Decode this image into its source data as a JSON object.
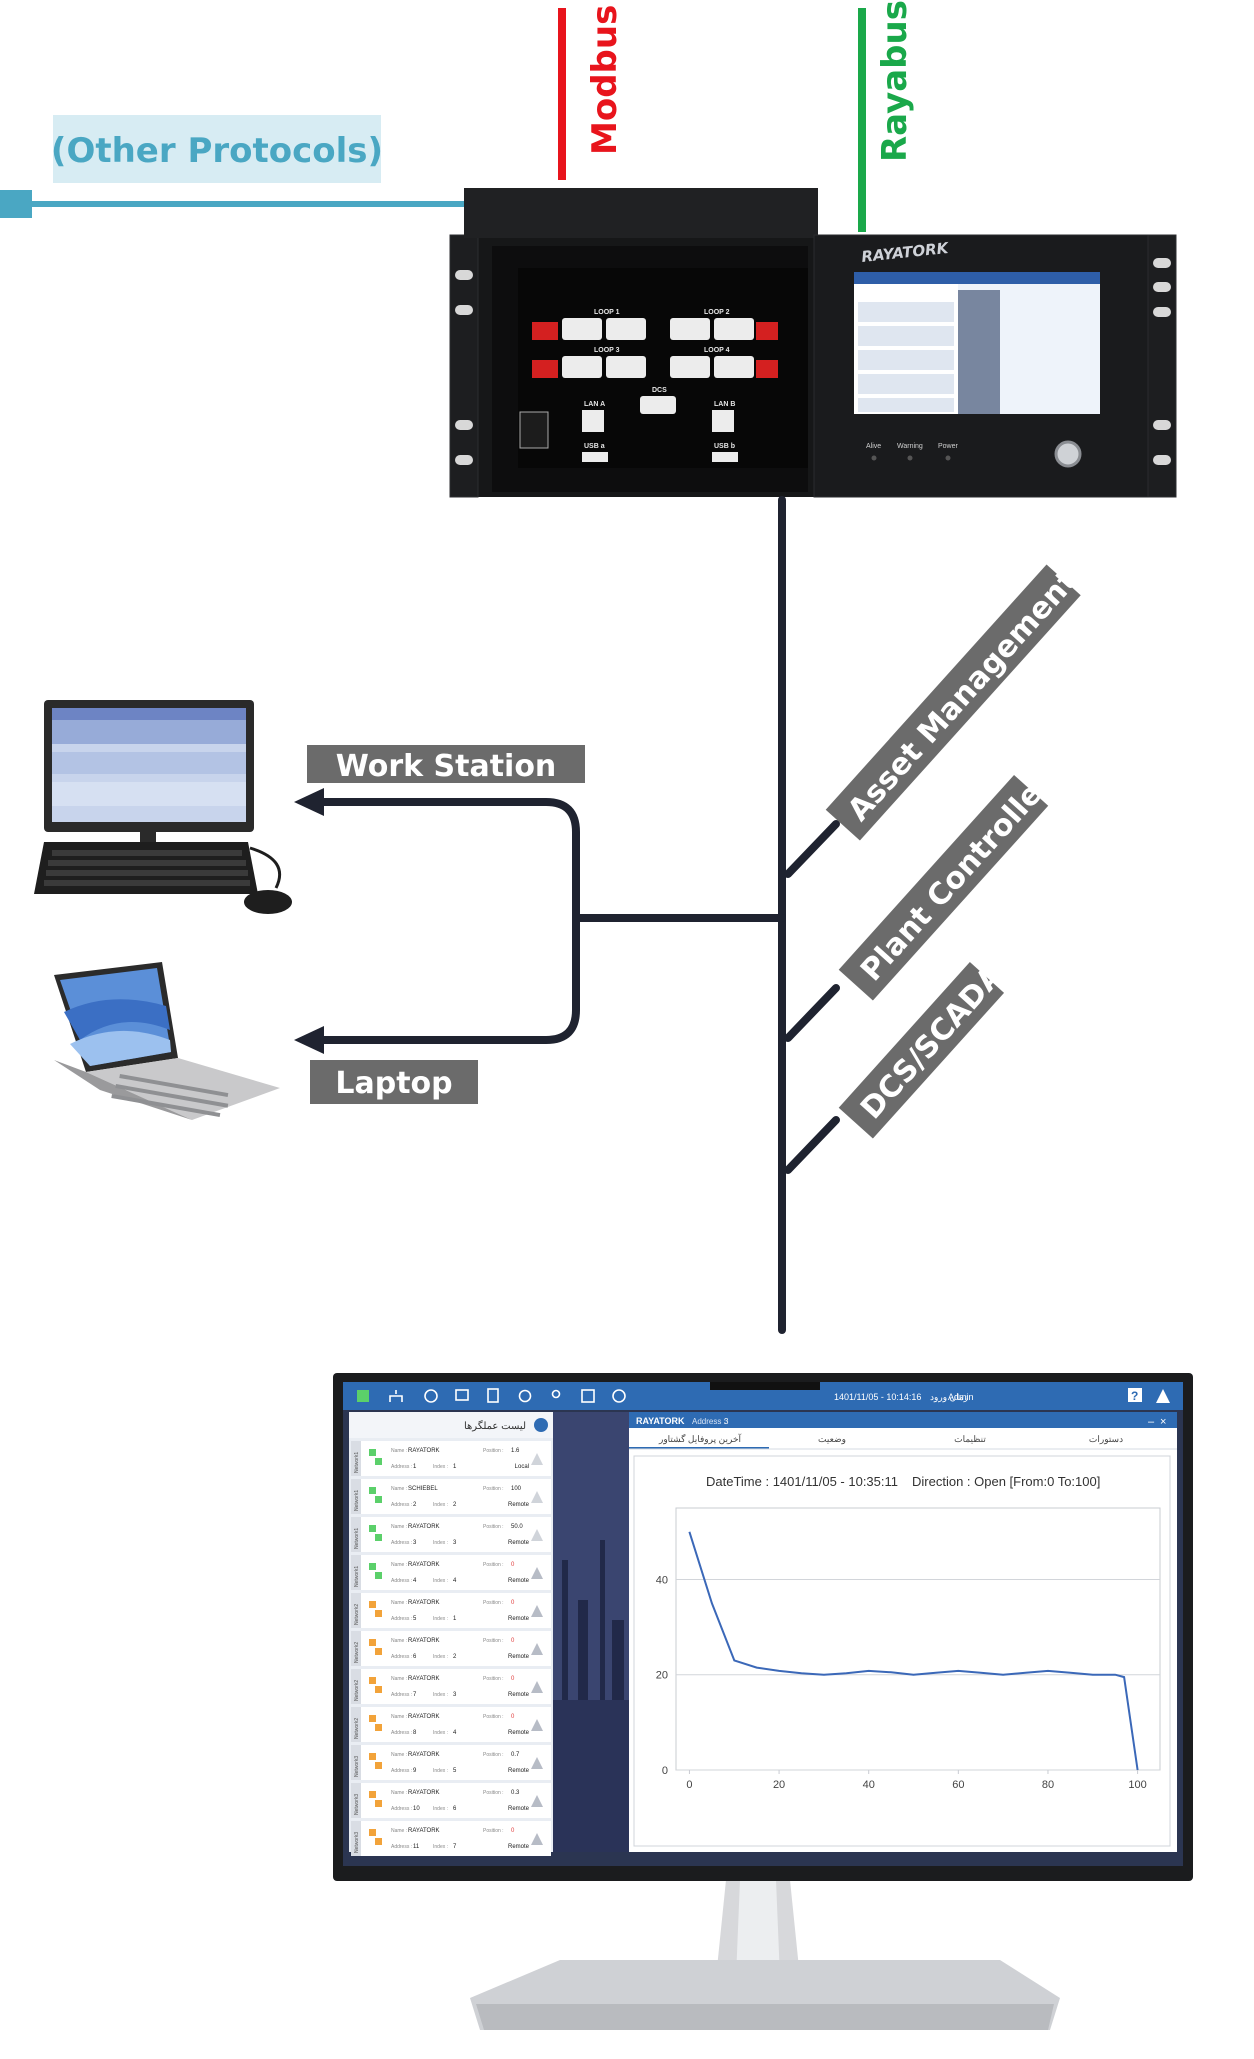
{
  "protocols": {
    "other": "(Other Protocols)",
    "modbus": "Modbus",
    "rayabus": "Rayabus"
  },
  "colors": {
    "other_line": "#4aa7c3",
    "other_label_bg": "#d7ecf3",
    "other_label_text": "#4aa7c3",
    "modbus": "#e8141c",
    "rayabus": "#1aa84a",
    "network_line": "#1f2330",
    "label_bg": "#6b6b6b",
    "label_text": "#ffffff"
  },
  "device": {
    "brand": "RAYATORK",
    "ports": [
      "LOOP 1",
      "LOOP 2",
      "LOOP 3",
      "LOOP 4",
      "DCS",
      "LAN A",
      "LAN B",
      "USB a",
      "USB b"
    ],
    "leds": [
      "Alive",
      "Warning",
      "Power"
    ]
  },
  "clients": {
    "workstation": "Work Station",
    "laptop": "Laptop"
  },
  "systems": [
    "Asset Management",
    "Plant Controller",
    "DCS/SCADA"
  ],
  "app": {
    "topbar_date": "1401/11/05 - 10:14:16",
    "topbar_server_time": "زمان ورود",
    "topbar_user": "Admin",
    "list_title": "لیست عملگرها",
    "actuators": [
      {
        "network": "Network1",
        "name": "RAYATORK",
        "address": "1",
        "index": "1",
        "position": "1.6",
        "mode": "Local",
        "alert": false
      },
      {
        "network": "Network1",
        "name": "SCHIEBEL",
        "address": "2",
        "index": "2",
        "position": "100",
        "mode": "Remote",
        "alert": false
      },
      {
        "network": "Network1",
        "name": "RAYATORK",
        "address": "3",
        "index": "3",
        "position": "50.0",
        "mode": "Remote",
        "alert": false
      },
      {
        "network": "Network1",
        "name": "RAYATORK",
        "address": "4",
        "index": "4",
        "position": "0",
        "mode": "Remote",
        "alert": true
      },
      {
        "network": "Network2",
        "name": "RAYATORK",
        "address": "5",
        "index": "1",
        "position": "0",
        "mode": "Remote",
        "alert": true
      },
      {
        "network": "Network2",
        "name": "RAYATORK",
        "address": "6",
        "index": "2",
        "position": "0",
        "mode": "Remote",
        "alert": true
      },
      {
        "network": "Network2",
        "name": "RAYATORK",
        "address": "7",
        "index": "3",
        "position": "0",
        "mode": "Remote",
        "alert": true
      },
      {
        "network": "Network2",
        "name": "RAYATORK",
        "address": "8",
        "index": "4",
        "position": "0",
        "mode": "Remote",
        "alert": true
      },
      {
        "network": "Network3",
        "name": "RAYATORK",
        "address": "9",
        "index": "5",
        "position": "0.7",
        "mode": "Remote",
        "alert": true
      },
      {
        "network": "Network3",
        "name": "RAYATORK",
        "address": "10",
        "index": "6",
        "position": "0.3",
        "mode": "Remote",
        "alert": true
      },
      {
        "network": "Network3",
        "name": "RAYATORK",
        "address": "11",
        "index": "7",
        "position": "0",
        "mode": "Remote",
        "alert": true
      }
    ],
    "field_labels": {
      "name": "Name :",
      "address": "Address :",
      "index": "Index :",
      "position": "Position :"
    },
    "detail": {
      "title": "RAYATORK",
      "address_label": "Address :",
      "address_value": "3",
      "tabs": [
        "آخرین پروفایل گشتاور",
        "وضعیت",
        "تنظیمات",
        "دستورات"
      ],
      "active_tab": 0,
      "datetime": "DateTime : 1401/11/05 - 10:35:11",
      "direction": "Direction : Open [From:0 To:100]"
    }
  },
  "chart_data": {
    "type": "line",
    "title": "",
    "xlabel": "",
    "ylabel": "",
    "x": [
      0,
      5,
      10,
      15,
      20,
      25,
      30,
      35,
      40,
      45,
      50,
      55,
      60,
      65,
      70,
      75,
      80,
      85,
      90,
      95,
      97,
      100
    ],
    "y": [
      50,
      35,
      23,
      21.5,
      20.8,
      20.3,
      20,
      20.3,
      20.8,
      20.5,
      20,
      20.4,
      20.8,
      20.4,
      20,
      20.4,
      20.8,
      20.4,
      20,
      20,
      19.5,
      0
    ],
    "xlim": [
      -3,
      105
    ],
    "ylim": [
      0,
      55
    ],
    "xticks": [
      0,
      20,
      40,
      60,
      80,
      100
    ],
    "yticks": [
      0,
      20,
      40
    ],
    "grid": true,
    "line_color": "#3b68b8"
  }
}
